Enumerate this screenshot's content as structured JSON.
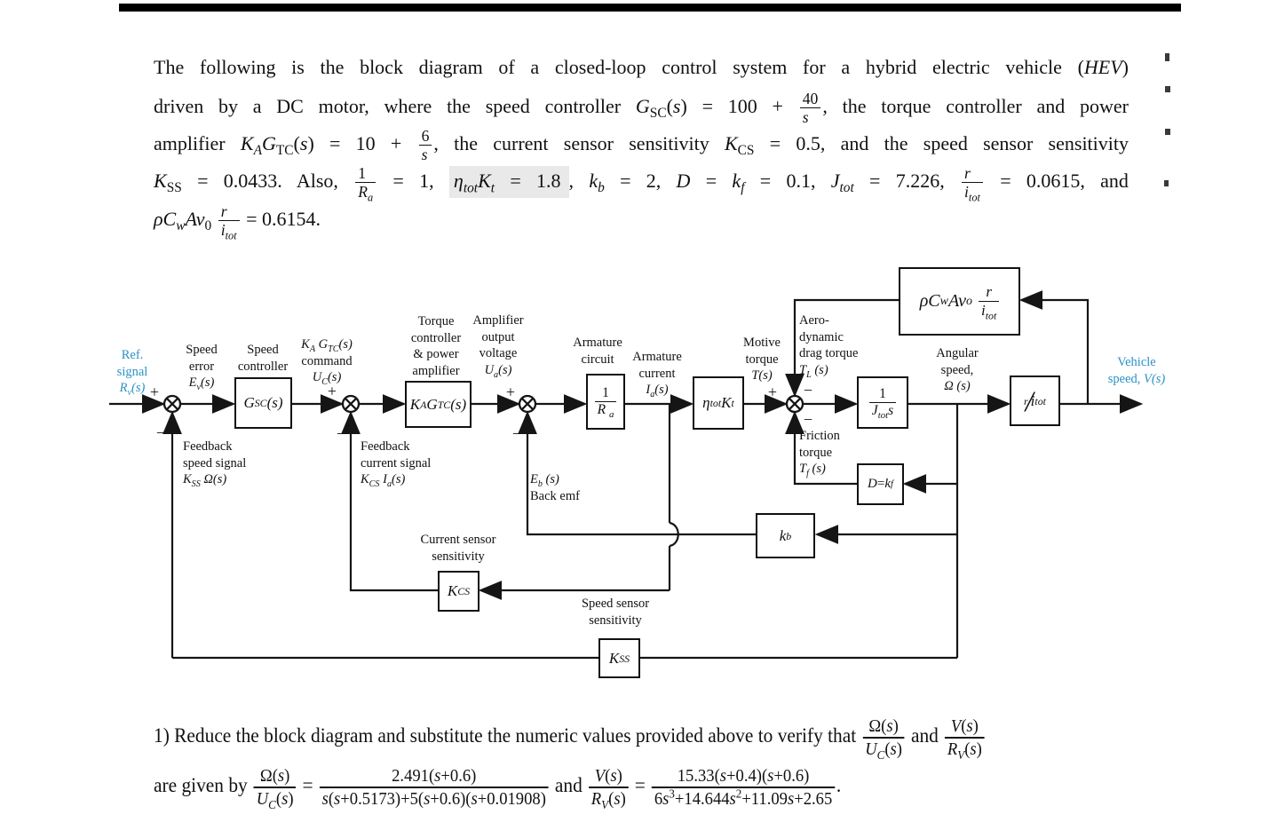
{
  "page": {
    "background": "#ffffff",
    "accent_blue": "#2b91c6",
    "highlight_gray": "#e9e9e9",
    "bar_color": "#000000"
  },
  "paragraph": {
    "lines": [
      [
        {
          "x": "The following is the block diagram of a closed-loop control system for a hybrid electric vehicle ("
        },
        {
          "x": "HEV",
          "f": "it"
        },
        {
          "x": ")"
        }
      ],
      [
        {
          "x": "driven by a DC motor, where the speed controller "
        },
        {
          "x": "G",
          "f": "it"
        },
        {
          "x": "SC",
          "f": "sub"
        },
        {
          "x": "("
        },
        {
          "x": "s",
          "f": "it"
        },
        {
          "x": ") = 100 + "
        },
        {
          "f": "frac",
          "n": [
            {
              "x": "40"
            }
          ],
          "d": [
            {
              "x": "s",
              "f": "it"
            }
          ]
        },
        {
          "x": ", the torque controller and power"
        }
      ],
      [
        {
          "x": "amplifier "
        },
        {
          "x": "K",
          "f": "it"
        },
        {
          "x": "A",
          "f": "isub"
        },
        {
          "x": "G",
          "f": "it"
        },
        {
          "x": "TC",
          "f": "sub"
        },
        {
          "x": "("
        },
        {
          "x": "s",
          "f": "it"
        },
        {
          "x": ") = 10 + "
        },
        {
          "f": "frac",
          "n": [
            {
              "x": "6"
            }
          ],
          "d": [
            {
              "x": "s",
              "f": "it"
            }
          ]
        },
        {
          "x": ", the current sensor sensitivity "
        },
        {
          "x": "K",
          "f": "it"
        },
        {
          "x": "CS",
          "f": "sub"
        },
        {
          "x": " = 0.5, and the speed sensor sensitivity"
        }
      ],
      [
        {
          "x": "K",
          "f": "it"
        },
        {
          "x": "SS",
          "f": "sub"
        },
        {
          "x": " = 0.0433.  Also, "
        },
        {
          "f": "frac",
          "n": [
            {
              "x": "1"
            }
          ],
          "d": [
            {
              "x": "R",
              "f": "it"
            },
            {
              "x": "a",
              "f": "isub"
            }
          ]
        },
        {
          "x": " = 1, "
        },
        {
          "f": "hl",
          "r": [
            {
              "x": "η",
              "f": "it"
            },
            {
              "x": "tot",
              "f": "isub"
            },
            {
              "x": "K",
              "f": "it"
            },
            {
              "x": "t",
              "f": "isub"
            },
            {
              "x": " = 1.8"
            }
          ]
        },
        {
          "x": ", "
        },
        {
          "x": "k",
          "f": "it"
        },
        {
          "x": "b",
          "f": "isub"
        },
        {
          "x": " = 2, "
        },
        {
          "x": "D",
          "f": "it"
        },
        {
          "x": " = "
        },
        {
          "x": "k",
          "f": "it"
        },
        {
          "x": "f",
          "f": "isub"
        },
        {
          "x": " = 0.1, "
        },
        {
          "x": "J",
          "f": "it"
        },
        {
          "x": "tot",
          "f": "isub"
        },
        {
          "x": " = 7.226, "
        },
        {
          "f": "frac",
          "n": [
            {
              "x": "r",
              "f": "it"
            }
          ],
          "d": [
            {
              "x": "i",
              "f": "it"
            },
            {
              "x": "tot",
              "f": "isub"
            }
          ]
        },
        {
          "x": " = 0.0615, and"
        }
      ],
      [
        {
          "x": "ρC",
          "f": "it"
        },
        {
          "x": "w",
          "f": "isub"
        },
        {
          "x": "Av",
          "f": "it"
        },
        {
          "x": "0",
          "f": "sub"
        },
        {
          "x": " "
        },
        {
          "f": "frac",
          "n": [
            {
              "x": "r",
              "f": "it"
            }
          ],
          "d": [
            {
              "x": "i",
              "f": "it"
            },
            {
              "x": "tot",
              "f": "isub"
            }
          ]
        },
        {
          "x": " = 0.6154."
        }
      ]
    ]
  },
  "diagram": {
    "signs": {
      "plus": "+",
      "minus": "−"
    },
    "blocks": {
      "gsc": [
        {
          "x": "G",
          "f": "it"
        },
        {
          "x": "SC",
          "f": "isub"
        },
        {
          "x": "(s)",
          "f": "it"
        }
      ],
      "katc": [
        {
          "x": "K",
          "f": "it"
        },
        {
          "x": "A",
          "f": "isub"
        },
        {
          "x": " G",
          "f": "it"
        },
        {
          "x": "TC",
          "f": "isub"
        },
        {
          "x": "(s)",
          "f": "it"
        }
      ],
      "ra": [
        {
          "f": "frac",
          "n": [
            {
              "x": "1"
            }
          ],
          "d": [
            {
              "x": "R ",
              "f": "it"
            },
            {
              "x": "a",
              "f": "isub"
            }
          ]
        }
      ],
      "eta": [
        {
          "x": "η",
          "f": "it"
        },
        {
          "x": "tot",
          "f": "isub"
        },
        {
          "x": "K",
          "f": "it"
        },
        {
          "x": "t",
          "f": "isub"
        }
      ],
      "jtot": [
        {
          "f": "frac",
          "n": [
            {
              "x": "1"
            }
          ],
          "d": [
            {
              "x": "J",
              "f": "it"
            },
            {
              "x": "tot",
              "f": "isub"
            },
            {
              "x": "s",
              "f": "it"
            }
          ]
        }
      ],
      "ritot": [
        {
          "x": "r",
          "f": "isup"
        },
        {
          "x": "/",
          "f": "big"
        },
        {
          "x": "i",
          "f": "it"
        },
        {
          "x": "tot",
          "f": "isub"
        }
      ],
      "rho": [
        {
          "x": "ρC",
          "f": "it"
        },
        {
          "x": "w",
          "f": "isub"
        },
        {
          "x": "Av",
          "f": "it"
        },
        {
          "x": "o",
          "f": "isub"
        },
        {
          "f": "frac",
          "n": [
            {
              "x": "r",
              "f": "it"
            }
          ],
          "d": [
            {
              "x": "i",
              "f": "it"
            },
            {
              "x": "tot",
              "f": "isub"
            }
          ]
        }
      ],
      "dkf": [
        {
          "x": "D",
          "f": "it"
        },
        {
          "x": " = "
        },
        {
          "x": "k",
          "f": "it"
        },
        {
          "x": "f",
          "f": "isub"
        }
      ],
      "kb": [
        {
          "x": "k",
          "f": "it"
        },
        {
          "x": "b",
          "f": "isub"
        }
      ],
      "kcs": [
        {
          "x": "K",
          "f": "it"
        },
        {
          "x": "CS",
          "f": "isub"
        }
      ],
      "kss": [
        {
          "x": "K",
          "f": "it"
        },
        {
          "x": "SS",
          "f": "isub"
        }
      ]
    },
    "labels": {
      "ref": {
        "l1": "Ref.",
        "l2": "signal",
        "l3": [
          {
            "x": "R",
            "f": "it"
          },
          {
            "x": "v",
            "f": "isub"
          },
          {
            "x": "(s)",
            "f": "it"
          }
        ]
      },
      "speed_error": {
        "l1": "Speed",
        "l2": "error",
        "l3": [
          {
            "x": "E",
            "f": "it"
          },
          {
            "x": "v",
            "f": "isub"
          },
          {
            "x": "(s)",
            "f": "it"
          }
        ]
      },
      "speed_controller": {
        "l1": "Speed",
        "l2": "controller"
      },
      "command": {
        "l1": [
          {
            "x": "K",
            "f": "it"
          },
          {
            "x": "A",
            "f": "isub"
          },
          {
            "x": " G",
            "f": "it"
          },
          {
            "x": "TC",
            "f": "isub"
          },
          {
            "x": "(s)",
            "f": "it"
          }
        ],
        "l2": "command",
        "l3": [
          {
            "x": "U",
            "f": "it"
          },
          {
            "x": "C",
            "f": "isub"
          },
          {
            "x": "(s)",
            "f": "it"
          }
        ]
      },
      "torque_controller": {
        "l1": "Torque",
        "l2": "controller",
        "l3": "& power",
        "l4": "amplifier"
      },
      "amplifier_output": {
        "l1": "Amplifier",
        "l2": "output",
        "l3": "voltage",
        "l4": [
          {
            "x": "U",
            "f": "it"
          },
          {
            "x": "a",
            "f": "isub"
          },
          {
            "x": "(s)",
            "f": "it"
          }
        ]
      },
      "armature_circuit": {
        "l1": "Armature",
        "l2": "circuit"
      },
      "armature_current": {
        "l1": "Armature",
        "l2": "current",
        "l3": [
          {
            "x": "I",
            "f": "it"
          },
          {
            "x": "a",
            "f": "isub"
          },
          {
            "x": "(s)",
            "f": "it"
          }
        ]
      },
      "motive_torque": {
        "l1": "Motive",
        "l2": "torque",
        "l3": [
          {
            "x": "T(s)",
            "f": "it"
          }
        ]
      },
      "aero_drag": {
        "l1": "Aero-",
        "l2": "dynamic",
        "l3": "drag torque",
        "l4": [
          {
            "x": "T",
            "f": "it"
          },
          {
            "x": "L",
            "f": "isub"
          },
          {
            "x": " (s)",
            "f": "it"
          }
        ]
      },
      "angular_speed": {
        "l1": "Angular",
        "l2": "speed,",
        "l3": [
          {
            "x": "Ω (s)",
            "f": "it"
          }
        ]
      },
      "vehicle_speed": {
        "l1": "Vehicle",
        "l2": [
          {
            "x": "speed, "
          },
          {
            "x": "V(s)",
            "f": "it"
          }
        ]
      },
      "friction_torque": {
        "l1": "Friction",
        "l2": "torque",
        "l3": [
          {
            "x": "T",
            "f": "it"
          },
          {
            "x": "f",
            "f": "isub"
          },
          {
            "x": " (s)",
            "f": "it"
          }
        ]
      },
      "back_emf": {
        "l1": [
          {
            "x": "E",
            "f": "it"
          },
          {
            "x": "b",
            "f": "isub"
          },
          {
            "x": " (s)",
            "f": "it"
          }
        ],
        "l2": "Back emf"
      },
      "feedback_speed": {
        "l1": "Feedback",
        "l2": "speed signal",
        "l3": [
          {
            "x": "K",
            "f": "it"
          },
          {
            "x": "SS",
            "f": "isub"
          },
          {
            "x": " Ω(s)",
            "f": "it"
          }
        ]
      },
      "feedback_current": {
        "l1": "Feedback",
        "l2": "current signal",
        "l3": [
          {
            "x": "K",
            "f": "it"
          },
          {
            "x": "CS",
            "f": "isub"
          },
          {
            "x": " I",
            "f": "it"
          },
          {
            "x": "a",
            "f": "isub"
          },
          {
            "x": "(s)",
            "f": "it"
          }
        ]
      },
      "current_sensor": {
        "l1": "Current sensor",
        "l2": "sensitivity"
      },
      "speed_sensor": {
        "l1": "Speed sensor",
        "l2": "sensitivity"
      }
    }
  },
  "question": {
    "line1": [
      {
        "x": "1) Reduce the block diagram and substitute the numeric values provided above to verify that "
      },
      {
        "f": "frac",
        "n": [
          {
            "x": "Ω("
          },
          {
            "x": "s",
            "f": "it"
          },
          {
            "x": ")"
          }
        ],
        "d": [
          {
            "x": "U",
            "f": "it"
          },
          {
            "x": "C",
            "f": "isub"
          },
          {
            "x": "("
          },
          {
            "x": "s",
            "f": "it"
          },
          {
            "x": ")"
          }
        ]
      },
      {
        "x": " and "
      },
      {
        "f": "frac",
        "n": [
          {
            "x": "V",
            "f": "it"
          },
          {
            "x": "("
          },
          {
            "x": "s",
            "f": "it"
          },
          {
            "x": ")"
          }
        ],
        "d": [
          {
            "x": "R",
            "f": "it"
          },
          {
            "x": "V",
            "f": "isub"
          },
          {
            "x": "("
          },
          {
            "x": "s",
            "f": "it"
          },
          {
            "x": ")"
          }
        ]
      }
    ],
    "line2": [
      {
        "x": "are given by "
      },
      {
        "f": "frac",
        "n": [
          {
            "x": "Ω("
          },
          {
            "x": "s",
            "f": "it"
          },
          {
            "x": ")"
          }
        ],
        "d": [
          {
            "x": "U",
            "f": "it"
          },
          {
            "x": "C",
            "f": "isub"
          },
          {
            "x": "("
          },
          {
            "x": "s",
            "f": "it"
          },
          {
            "x": ")"
          }
        ]
      },
      {
        "x": " = "
      },
      {
        "f": "frac",
        "n": [
          {
            "x": "2.491("
          },
          {
            "x": "s",
            "f": "it"
          },
          {
            "x": "+0.6)"
          }
        ],
        "d": [
          {
            "x": "s",
            "f": "it"
          },
          {
            "x": "("
          },
          {
            "x": "s",
            "f": "it"
          },
          {
            "x": "+0.5173)+5("
          },
          {
            "x": "s",
            "f": "it"
          },
          {
            "x": "+0.6)("
          },
          {
            "x": "s",
            "f": "it"
          },
          {
            "x": "+0.01908)"
          }
        ]
      },
      {
        "x": " and "
      },
      {
        "f": "frac",
        "n": [
          {
            "x": "V",
            "f": "it"
          },
          {
            "x": "("
          },
          {
            "x": "s",
            "f": "it"
          },
          {
            "x": ")"
          }
        ],
        "d": [
          {
            "x": "R",
            "f": "it"
          },
          {
            "x": "V",
            "f": "isub"
          },
          {
            "x": "("
          },
          {
            "x": "s",
            "f": "it"
          },
          {
            "x": ")"
          }
        ]
      },
      {
        "x": " = "
      },
      {
        "f": "frac",
        "n": [
          {
            "x": "15.33("
          },
          {
            "x": "s",
            "f": "it"
          },
          {
            "x": "+0.4)("
          },
          {
            "x": "s",
            "f": "it"
          },
          {
            "x": "+0.6)"
          }
        ],
        "d": [
          {
            "x": "6"
          },
          {
            "x": "s",
            "f": "it"
          },
          {
            "x": "3",
            "f": "sup"
          },
          {
            "x": "+14.644"
          },
          {
            "x": "s",
            "f": "it"
          },
          {
            "x": "2",
            "f": "sup"
          },
          {
            "x": "+11.09"
          },
          {
            "x": "s",
            "f": "it"
          },
          {
            "x": "+2.65"
          }
        ]
      },
      {
        "x": "."
      }
    ]
  }
}
